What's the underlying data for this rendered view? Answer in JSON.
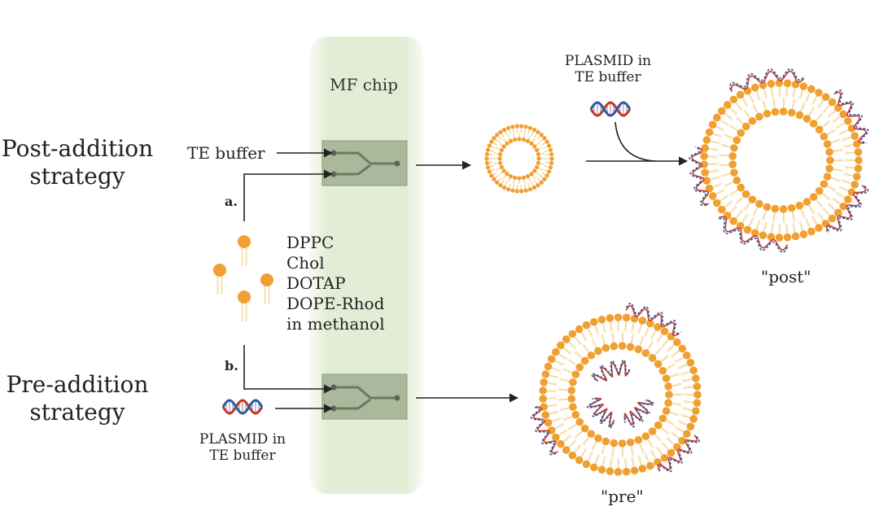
{
  "strategies": {
    "post": [
      "Post-addition",
      "strategy"
    ],
    "pre": [
      "Pre-addition",
      "strategy"
    ]
  },
  "chip_label": "MF chip",
  "te_buffer_label": "TE buffer",
  "step_labels": {
    "a": "a.",
    "b": "b."
  },
  "lipid_mix": [
    "DPPC",
    "Chol",
    "DOTAP",
    "DOPE-Rhod",
    "in methanol"
  ],
  "plasmid_label_top": [
    "PLASMID in",
    "TE buffer"
  ],
  "plasmid_label_bottom": [
    "PLASMID in",
    "TE buffer"
  ],
  "vesicle_labels": {
    "post": "\"post\"",
    "pre": "\"pre\""
  },
  "colors": {
    "lipid_head": "#f0a030",
    "lipid_tail": "#f5d9a0",
    "chip_band": "#e3edd6",
    "chip_body": "#aab89c",
    "dna_red": "#c0392b",
    "dna_blue": "#2c5aa0",
    "arrow": "#222222"
  }
}
